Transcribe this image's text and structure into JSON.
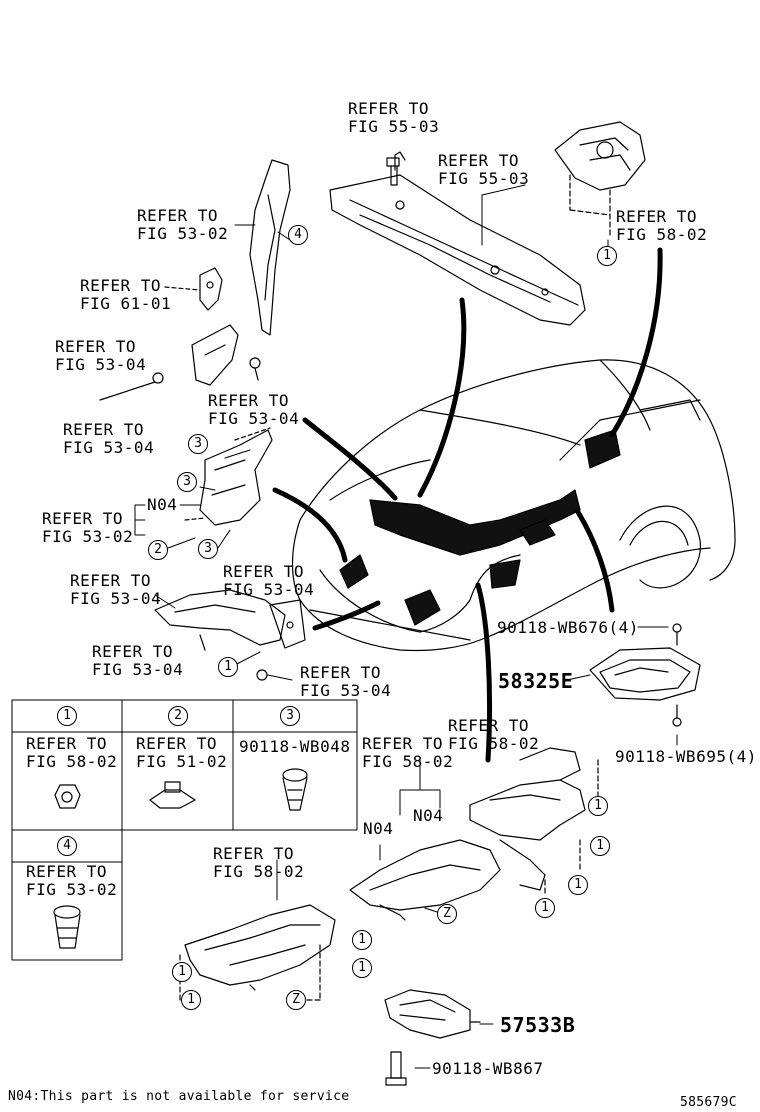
{
  "callouts": {
    "refer_55_03_a": "REFER TO\nFIG 55-03",
    "refer_55_03_b": "REFER TO\nFIG 55-03",
    "refer_58_02_top": "REFER TO\nFIG 58-02",
    "refer_53_02_top": "REFER TO\nFIG 53-02",
    "refer_61_01": "REFER TO\nFIG 61-01",
    "refer_53_04_a": "REFER TO\nFIG 53-04",
    "refer_53_04_b": "REFER TO\nFIG 53-04",
    "refer_53_04_c": "REFER TO\nFIG 53-04",
    "refer_53_02_mid": "REFER TO\nFIG 53-02",
    "refer_53_04_d": "REFER TO\nFIG 53-04",
    "refer_53_04_e": "REFER TO\nFIG 53-04",
    "refer_53_04_f": "REFER TO\nFIG 53-04",
    "refer_53_04_g": "REFER TO\nFIG 53-04",
    "refer_58_02_right": "REFER TO\nFIG 58-02",
    "refer_58_02_mid": "REFER TO\nFIG 58-02",
    "refer_58_02_lower": "REFER TO\nFIG 58-02"
  },
  "tags": {
    "n04_left": "N04",
    "n04_mid_a": "N04",
    "n04_mid_b": "N04",
    "one": "1",
    "two": "2",
    "three": "3",
    "four": "4",
    "z": "Z"
  },
  "part_numbers": {
    "p_676": "90118-WB676(4)",
    "p_58325e": "58325E",
    "p_695": "90118-WB695(4)",
    "p_57533b": "57533B",
    "p_867": "90118-WB867",
    "p_048": "90118-WB048"
  },
  "legend_table": {
    "cells": [
      {
        "num": "1",
        "text": "REFER TO\nFIG 58-02"
      },
      {
        "num": "2",
        "text": "REFER TO\nFIG 51-02"
      },
      {
        "num": "3",
        "text": "90118-WB048"
      },
      {
        "num": "4",
        "text": "REFER TO\nFIG 53-02"
      }
    ]
  },
  "footer": {
    "note": "N04:This part is not available for service",
    "diagram_id": "585679C"
  }
}
